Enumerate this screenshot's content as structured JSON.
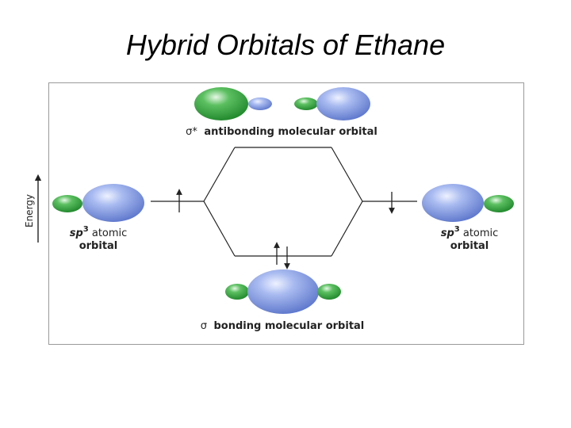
{
  "title": "Hybrid Orbitals of Ethane",
  "energy_axis_label": "Energy",
  "antibonding": {
    "symbol": "σ*",
    "label": "antibonding molecular orbital"
  },
  "bonding": {
    "symbol": "σ",
    "label": "bonding molecular orbital"
  },
  "left_orbital": {
    "sp": "sp",
    "sup": "3",
    "line1_rest": " atomic",
    "line2": "orbital"
  },
  "right_orbital": {
    "sp": "sp",
    "sup": "3",
    "line1_rest": " atomic",
    "line2": "orbital"
  },
  "colors": {
    "green_lobe": "#3aa845",
    "blue_lobe": "#7f98e2",
    "line": "#222222",
    "frame": "#9a9a9a"
  }
}
